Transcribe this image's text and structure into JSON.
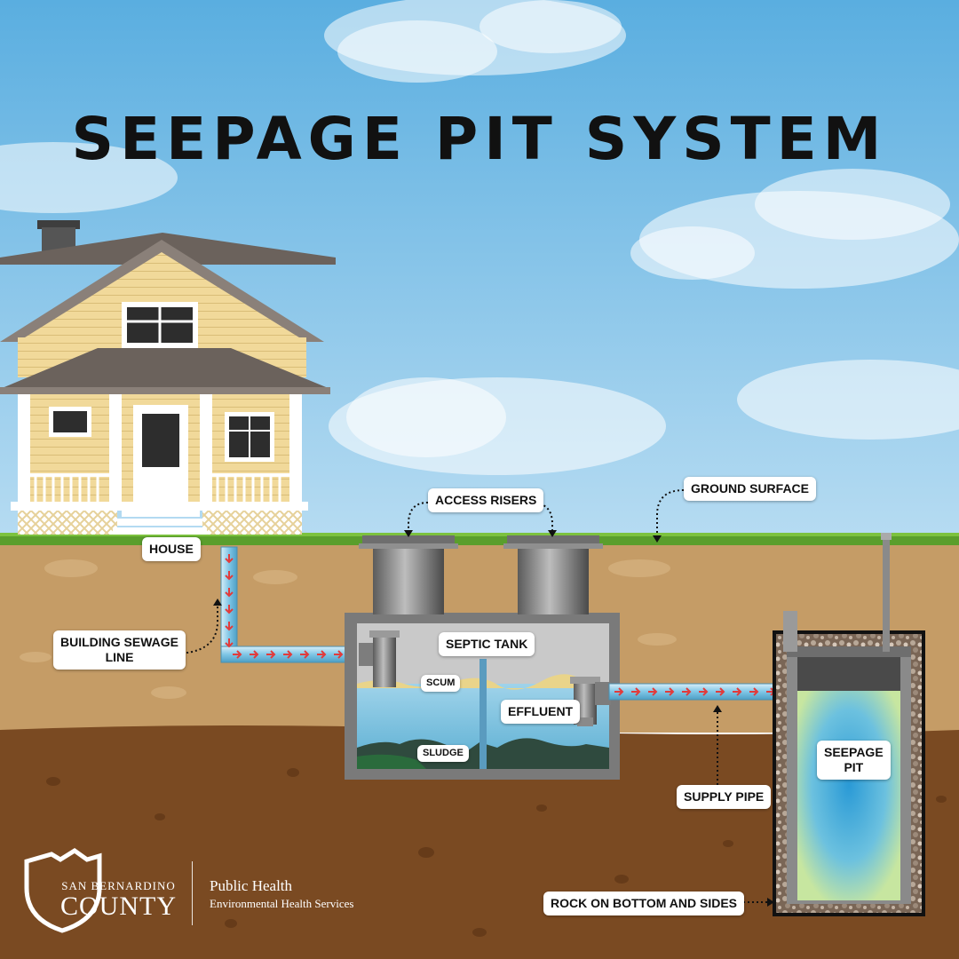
{
  "title": "SEEPAGE PIT SYSTEM",
  "labels": {
    "access_risers": "ACCESS RISERS",
    "ground_surface": "GROUND SURFACE",
    "house": "HOUSE",
    "building_sewage_line_1": "BUILDING SEWAGE",
    "building_sewage_line_2": "LINE",
    "septic_tank": "SEPTIC TANK",
    "scum": "SCUM",
    "effluent": "EFFLUENT",
    "sludge": "SLUDGE",
    "supply_pipe": "SUPPLY PIPE",
    "seepage_pit_1": "SEEPAGE",
    "seepage_pit_2": "PIT",
    "rock": "ROCK ON BOTTOM AND SIDES"
  },
  "logo": {
    "county_top": "SAN BERNARDINO",
    "county_main": "COUNTY",
    "dept": "Public Health",
    "division": "Environmental Health Services"
  },
  "colors": {
    "sky": "#7fbfe6",
    "soil_light": "#c9a06c",
    "soil_dark": "#7a4a22",
    "grass": "#5a9e2c",
    "water": "#6fb8d8",
    "pipe_flow": "#e23b3b"
  }
}
